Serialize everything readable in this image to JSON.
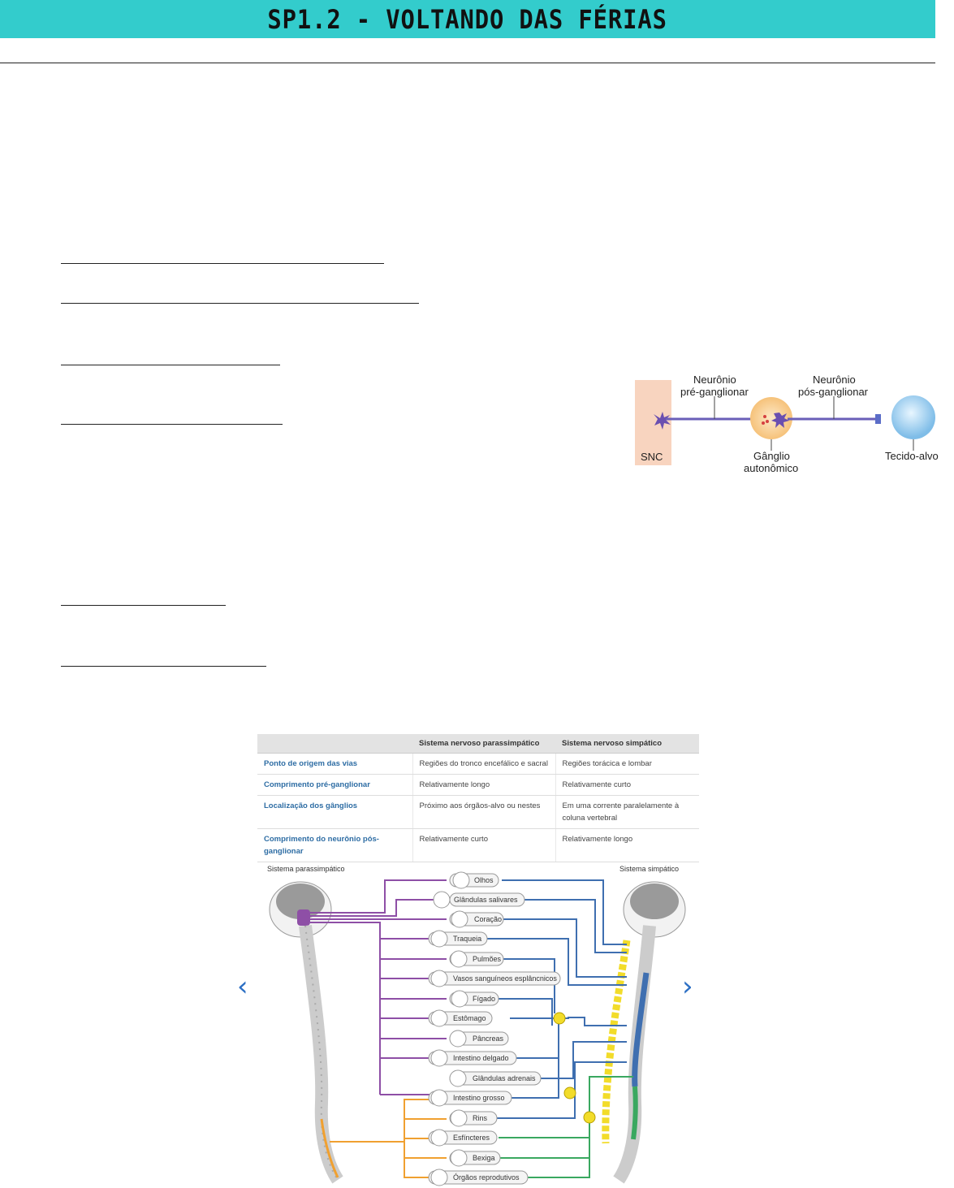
{
  "header": {
    "title": "SP1.2 - VOLTANDO DAS FÉRIAS"
  },
  "neuron_diagram": {
    "snc": "SNC",
    "pre_label_1": "Neurônio",
    "pre_label_2": "pré-ganglionar",
    "post_label_1": "Neurônio",
    "post_label_2": "pós-ganglionar",
    "ganglion_1": "Gânglio",
    "ganglion_2": "autonômico",
    "target": "Tecido-alvo"
  },
  "comparison_table": {
    "headers": [
      "",
      "Sistema nervoso parassimpático",
      "Sistema nervoso simpático"
    ],
    "rows": [
      [
        "Ponto de origem das vias",
        "Regiões do tronco encefálico e sacral",
        "Regiões torácica e lombar"
      ],
      [
        "Comprimento pré-ganglionar",
        "Relativamente longo",
        "Relativamente curto"
      ],
      [
        "Localização dos gânglios",
        "Próximo aos órgãos-alvo ou nestes",
        "Em uma corrente paralelamente à coluna vertebral"
      ],
      [
        "Comprimento do neurônio pós-ganglionar",
        "Relativamente curto",
        "Relativamente longo"
      ]
    ]
  },
  "anatomy": {
    "left_title": "Sistema parassimpático",
    "right_title": "Sistema simpático",
    "organs": [
      "Olhos",
      "Glândulas salivares",
      "Coração",
      "Traqueia",
      "Pulmões",
      "Vasos sanguíneos esplâncnicos",
      "Fígado",
      "Estômago",
      "Pâncreas",
      "Intestino delgado",
      "Glândulas adrenais",
      "Intestino grosso",
      "Rins",
      "Esfíncteres",
      "Bexiga",
      "Órgãos reprodutivos"
    ]
  },
  "colors": {
    "banner": "#33cccc",
    "parasympathetic": "#8e4fa6",
    "sympathetic": "#3f6fb0",
    "sacral": "#f0a030",
    "lumbar": "#3aa860",
    "ganglia": "#f2dc2a"
  }
}
